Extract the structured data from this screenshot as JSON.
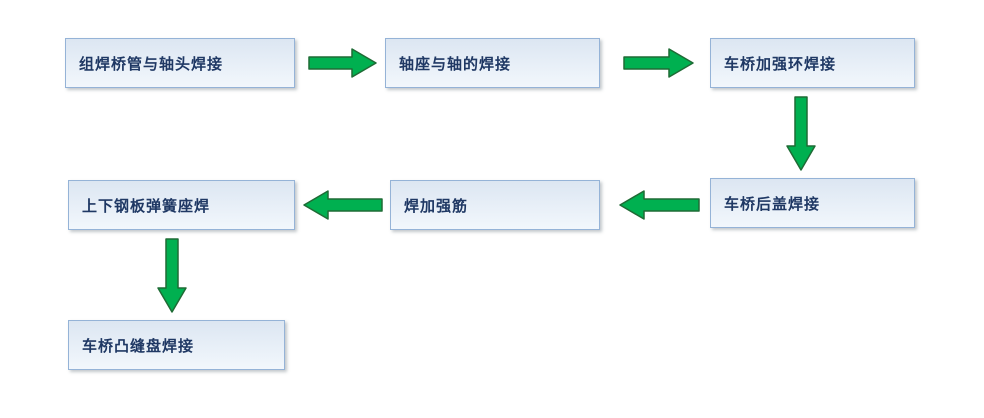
{
  "flowchart": {
    "title": "",
    "nodes": [
      {
        "id": "n1",
        "label": "组焊桥管与轴头焊接"
      },
      {
        "id": "n2",
        "label": "轴座与轴的焊接"
      },
      {
        "id": "n3",
        "label": "车桥加强环焊接"
      },
      {
        "id": "n4",
        "label": "车桥后盖焊接"
      },
      {
        "id": "n5",
        "label": "焊加强筋"
      },
      {
        "id": "n6",
        "label": "上下钢板弹簧座焊"
      },
      {
        "id": "n7",
        "label": "车桥凸缝盘焊接"
      }
    ],
    "edges": [
      {
        "from": "n1",
        "to": "n2",
        "direction": "right"
      },
      {
        "from": "n2",
        "to": "n3",
        "direction": "right"
      },
      {
        "from": "n3",
        "to": "n4",
        "direction": "down"
      },
      {
        "from": "n4",
        "to": "n5",
        "direction": "left"
      },
      {
        "from": "n5",
        "to": "n6",
        "direction": "left"
      },
      {
        "from": "n6",
        "to": "n7",
        "direction": "down"
      }
    ]
  },
  "colors": {
    "box_fill_top": "#dce6f2",
    "box_fill_bottom": "#f2f7fc",
    "box_border": "#95b3d7",
    "box_text": "#1f3864",
    "arrow_fill": "#00b050",
    "arrow_border": "#1f6b35",
    "canvas_bg": "#ffffff"
  }
}
